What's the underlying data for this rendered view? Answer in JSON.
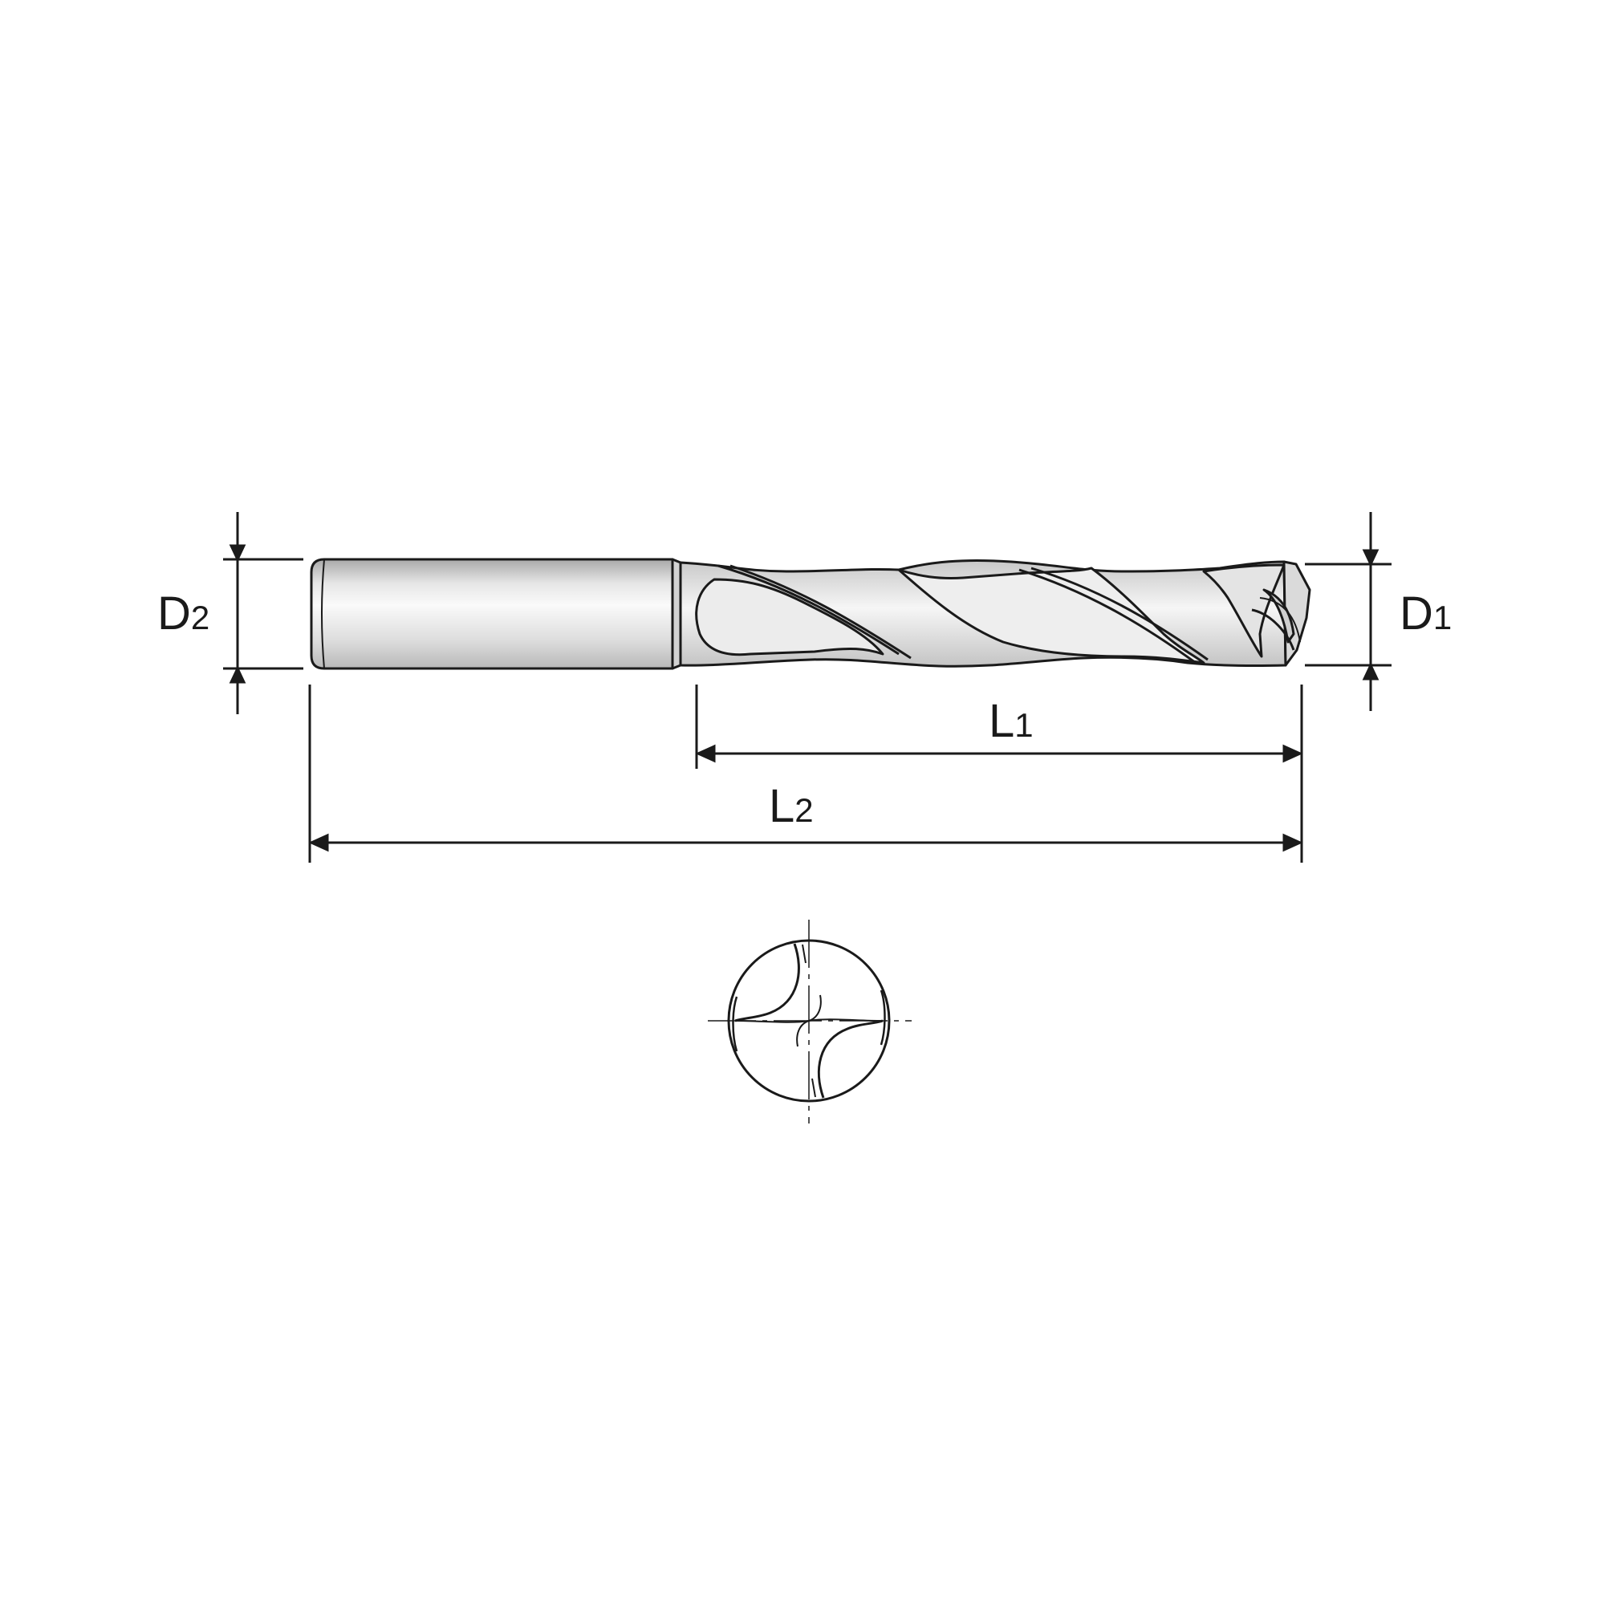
{
  "diagram": {
    "type": "twist-drill-dimension-drawing",
    "labels": {
      "d2": {
        "main": "D",
        "sub": "2"
      },
      "d1": {
        "main": "D",
        "sub": "1"
      },
      "l1": {
        "main": "L",
        "sub": "1"
      },
      "l2": {
        "main": "L",
        "sub": "2"
      }
    },
    "colors": {
      "outline": "#1a1a1a",
      "body_light": "#f4f4f4",
      "body_mid": "#dedede",
      "body_dark": "#b4b4b4",
      "background": "#ffffff"
    }
  }
}
